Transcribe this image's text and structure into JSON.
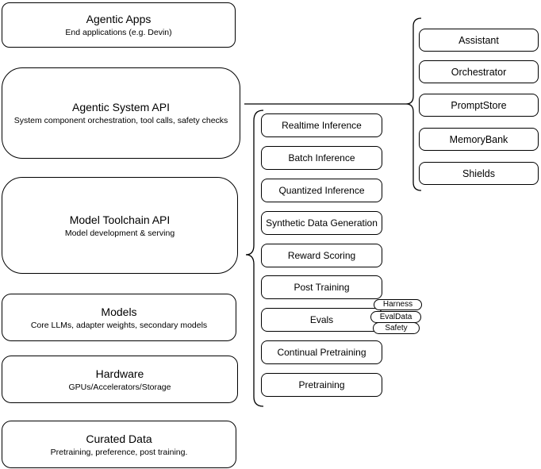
{
  "diagram": {
    "title_hint": "Agentic system architecture stack",
    "colors": {
      "border": "#000000",
      "background": "#ffffff",
      "text": "#000000"
    },
    "left_stack": [
      {
        "title": "Agentic Apps",
        "subtitle": "End applications (e.g. Devin)"
      },
      {
        "title": "Agentic System API",
        "subtitle": "System component orchestration, tool calls, safety checks"
      },
      {
        "title": "Model Toolchain API",
        "subtitle": "Model development & serving"
      },
      {
        "title": "Models",
        "subtitle": "Core LLMs, adapter weights, secondary models"
      },
      {
        "title": "Hardware",
        "subtitle": "GPUs/Accelerators/Storage"
      },
      {
        "title": "Curated Data",
        "subtitle": "Pretraining, preference, post training."
      }
    ],
    "toolchain_stack": [
      {
        "label": "Realtime Inference"
      },
      {
        "label": "Batch Inference"
      },
      {
        "label": "Quantized Inference"
      },
      {
        "label": "Synthetic Data Generation"
      },
      {
        "label": "Reward Scoring"
      },
      {
        "label": "Post Training"
      },
      {
        "label": "Evals"
      },
      {
        "label": "Continual Pretraining"
      },
      {
        "label": "Pretraining"
      }
    ],
    "evals_tags": [
      {
        "label": "Harness"
      },
      {
        "label": "EvalData"
      },
      {
        "label": "Safety"
      }
    ],
    "system_components": [
      {
        "label": "Assistant"
      },
      {
        "label": "Orchestrator"
      },
      {
        "label": "PromptStore"
      },
      {
        "label": "MemoryBank"
      },
      {
        "label": "Shields"
      }
    ]
  }
}
